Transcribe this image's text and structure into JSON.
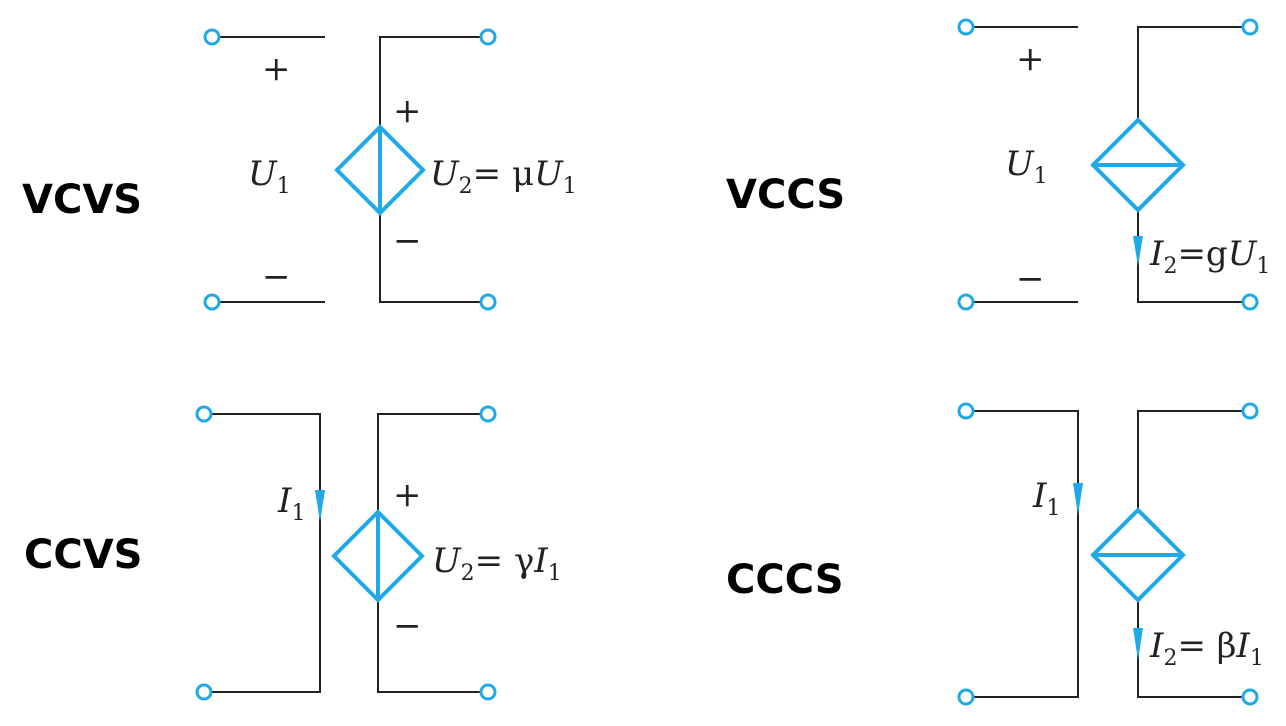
{
  "colors": {
    "accent": "#1fa9e6",
    "wire": "#222222"
  },
  "sources": [
    {
      "id": "vcvs",
      "title": "VCVS",
      "control": {
        "var": "U",
        "sub": "1",
        "plus": "+",
        "minus": "−"
      },
      "output": {
        "var": "U",
        "sub": "2",
        "eq": "= μ",
        "var2": "U",
        "sub2": "1",
        "plus": "+",
        "minus": "−"
      }
    },
    {
      "id": "vccs",
      "title": "VCCS",
      "control": {
        "var": "U",
        "sub": "1",
        "plus": "+",
        "minus": "−"
      },
      "output": {
        "var": "I",
        "sub": "2",
        "eq": "=g",
        "var2": "U",
        "sub2": "1"
      }
    },
    {
      "id": "ccvs",
      "title": "CCVS",
      "control": {
        "var": "I",
        "sub": "1"
      },
      "output": {
        "var": "U",
        "sub": "2",
        "eq": "= γ",
        "var2": "I",
        "sub2": "1",
        "plus": "+",
        "minus": "−"
      }
    },
    {
      "id": "cccs",
      "title": "CCCS",
      "control": {
        "var": "I",
        "sub": "1"
      },
      "output": {
        "var": "I",
        "sub": "2",
        "eq": "= β",
        "var2": "I",
        "sub2": "1"
      }
    }
  ]
}
